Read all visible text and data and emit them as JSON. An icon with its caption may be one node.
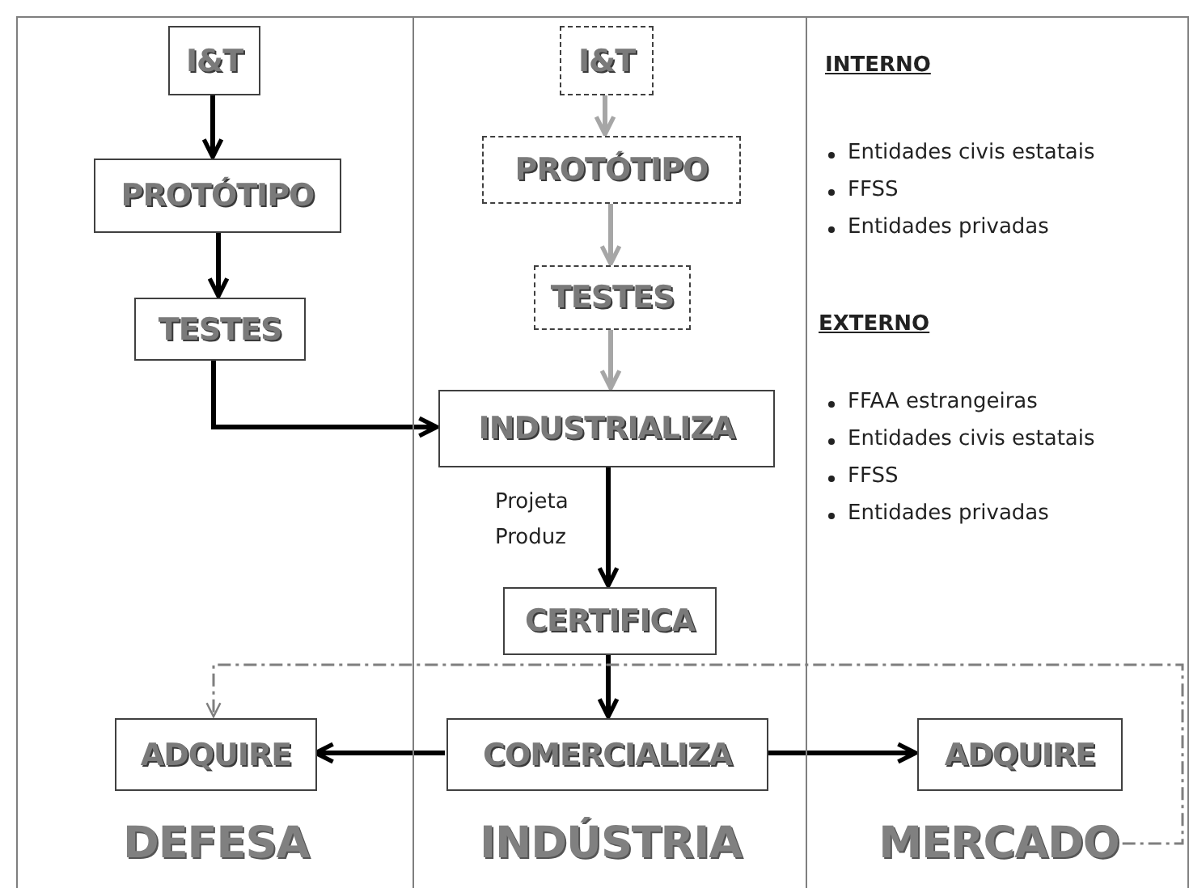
{
  "diagram": {
    "nodes": [
      {
        "text": [
          "DEFESA"
        ]
      },
      {
        "text": [
          "I&T"
        ],
        "in": 0
      },
      {
        "text": [
          "PROTÓTIPO"
        ],
        "in": 0
      },
      {
        "text": [
          "TESTES"
        ],
        "in": 0
      },
      {
        "text": [
          "ADQUIRE"
        ],
        "in": 0
      },
      {
        "text": [
          "INDÚSTRIA"
        ]
      },
      {
        "text": [
          "I&T"
        ],
        "in": 5
      },
      {
        "text": [
          "PROTÓTIPO"
        ],
        "in": 5
      },
      {
        "text": [
          "TESTES"
        ],
        "in": 5
      },
      {
        "text": [
          "INDUSTRIALIZA"
        ],
        "in": 5
      },
      {
        "text": [
          "CERTIFICA"
        ],
        "in": 5
      },
      {
        "text": [
          "COMERCIALIZA"
        ],
        "in": 5
      },
      {
        "text": [
          "MERCADO"
        ]
      },
      {
        "text": [
          "ADQUIRE"
        ],
        "in": 12
      }
    ],
    "edges": [
      {
        "from": 1,
        "to": 2,
        "arrow": "to"
      },
      {
        "from": 2,
        "to": 3,
        "arrow": "to"
      },
      {
        "from": 3,
        "to": 9,
        "arrow": "to"
      },
      {
        "from": 6,
        "to": 7,
        "arrow": "to",
        "color": "#a6a6a6"
      },
      {
        "from": 7,
        "to": 8,
        "arrow": "to",
        "color": "#a6a6a6"
      },
      {
        "from": 8,
        "to": 9,
        "arrow": "to",
        "color": "#a6a6a6"
      },
      {
        "from": 9,
        "to": 10,
        "arrow": "to",
        "label": "Projeta Produz"
      },
      {
        "from": 10,
        "to": 11,
        "arrow": "to"
      },
      {
        "from": 11,
        "to": 4,
        "arrow": "to"
      },
      {
        "from": 11,
        "to": 13,
        "arrow": "to"
      },
      {
        "from": 12,
        "to": 4,
        "arrow": "to",
        "style": "dashed",
        "color": "#7f7f7f"
      }
    ],
    "labels": [
      "INTERNO",
      "Entidades civis estatais",
      "FFSS",
      "Entidades privadas",
      "EXTERNO",
      "FFAA estrangeiras",
      "Entidades civis estatais",
      "FFSS",
      "Entidades privadas"
    ]
  }
}
